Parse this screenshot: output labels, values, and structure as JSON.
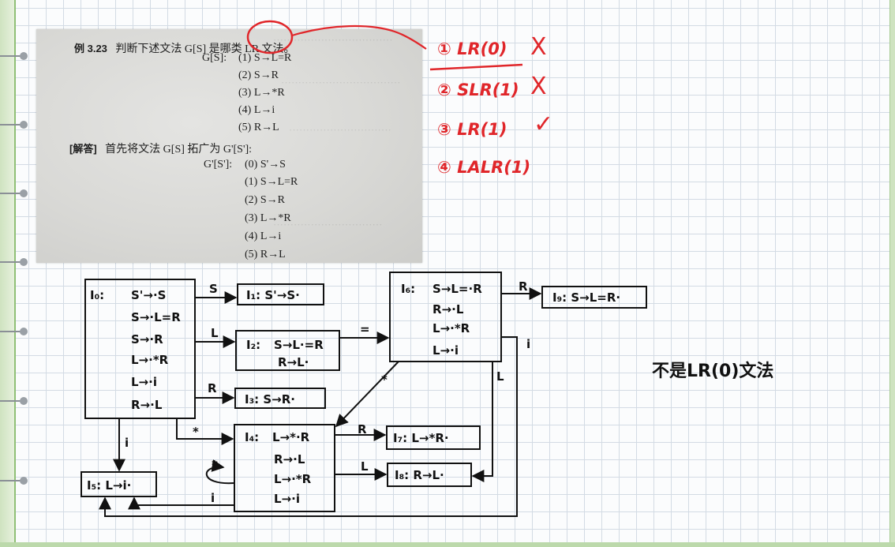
{
  "textbook": {
    "example_label": "例 3.23",
    "question": "判断下述文法 G[S] 是哪类 LR 文法。",
    "grammar_name": "G[S]:",
    "grammar_rules": [
      "(1) S→L=R",
      "(2) S→R",
      "(3) L→*R",
      "(4) L→i",
      "(5) R→L"
    ],
    "answer_label": "[解答]",
    "answer_text": "首先将文法 G[S] 拓广为 G'[S']:",
    "aug_name": "G'[S']:",
    "aug_rules": [
      "(0) S'→S",
      "(1) S→L=R",
      "(2) S→R",
      "(3) L→*R",
      "(4) L→i",
      "(5) R→L"
    ]
  },
  "options": [
    {
      "label": "① LR(0)",
      "mark": "X"
    },
    {
      "label": "② SLR(1)",
      "mark": "X"
    },
    {
      "label": "③ LR(1)",
      "mark": "✓"
    },
    {
      "label": "④ LALR(1)",
      "mark": ""
    }
  ],
  "states": {
    "I0": {
      "name": "I₀:",
      "items": [
        "S'→·S",
        "S→·L=R",
        "S→·R",
        "L→·*R",
        "L→·i",
        "R→·L"
      ]
    },
    "I1": {
      "label": "I₁: S'→S·"
    },
    "I2": {
      "name": "I₂:",
      "items": [
        "S→L·=R",
        "R→L·"
      ]
    },
    "I3": {
      "label": "I₃: S→R·"
    },
    "I4": {
      "name": "I₄:",
      "items": [
        "L→*·R",
        "R→·L",
        "L→·*R",
        "L→·i"
      ]
    },
    "I5": {
      "label": "I₅: L→i·"
    },
    "I6": {
      "name": "I₆:",
      "items": [
        "S→L=·R",
        "R→·L",
        "L→·*R",
        "L→·i"
      ]
    },
    "I7": {
      "label": "I₇: L→*R·"
    },
    "I8": {
      "label": "I₈: R→L·"
    },
    "I9": {
      "label": "I₉: S→L=R·"
    }
  },
  "transitions": {
    "I0_I1": "S",
    "I0_I2": "L",
    "I0_I3": "R",
    "I0_I4": "*",
    "I0_I5": "i",
    "I2_I6": "=",
    "I6_I9": "R",
    "I6_I4": "*",
    "I6_I8": "L",
    "I6_I5": "i",
    "I4_I7": "R",
    "I4_I8": "L",
    "I4_I4": "*",
    "I4_I5": "i"
  },
  "conclusion": "不是LR(0)文法",
  "colors": {
    "ink": "#111111",
    "red_ink": "#e0262a",
    "grid": "#d3dbe4",
    "spine": "#8fbf76"
  }
}
